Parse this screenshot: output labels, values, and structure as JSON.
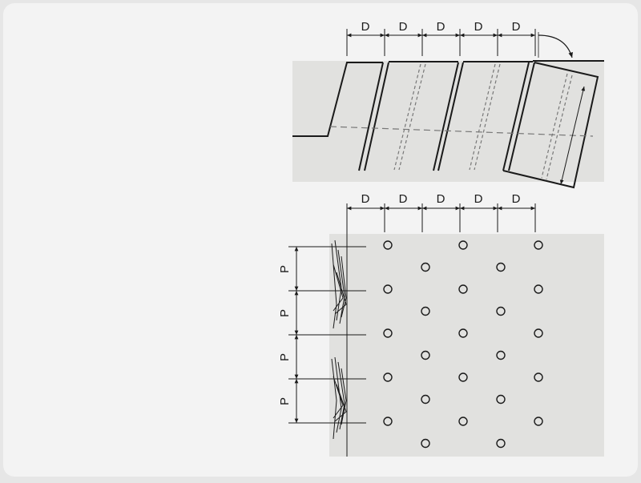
{
  "diagram": {
    "spacing_label": "D",
    "pitch_label": "P",
    "colors": {
      "background": "#f3f3f3",
      "panel": "#e1e1df",
      "line": "#1a1a1a",
      "hidden_line": "#777777"
    }
  },
  "section_view": {
    "d_dimensions": [
      "D",
      "D",
      "D",
      "D",
      "D"
    ]
  },
  "plan_view": {
    "d_dimensions": [
      "D",
      "D",
      "D",
      "D",
      "D"
    ],
    "p_dimensions": [
      "P",
      "P",
      "P",
      "P"
    ],
    "hole_grid": {
      "columns": 5,
      "rows": 10
    }
  }
}
